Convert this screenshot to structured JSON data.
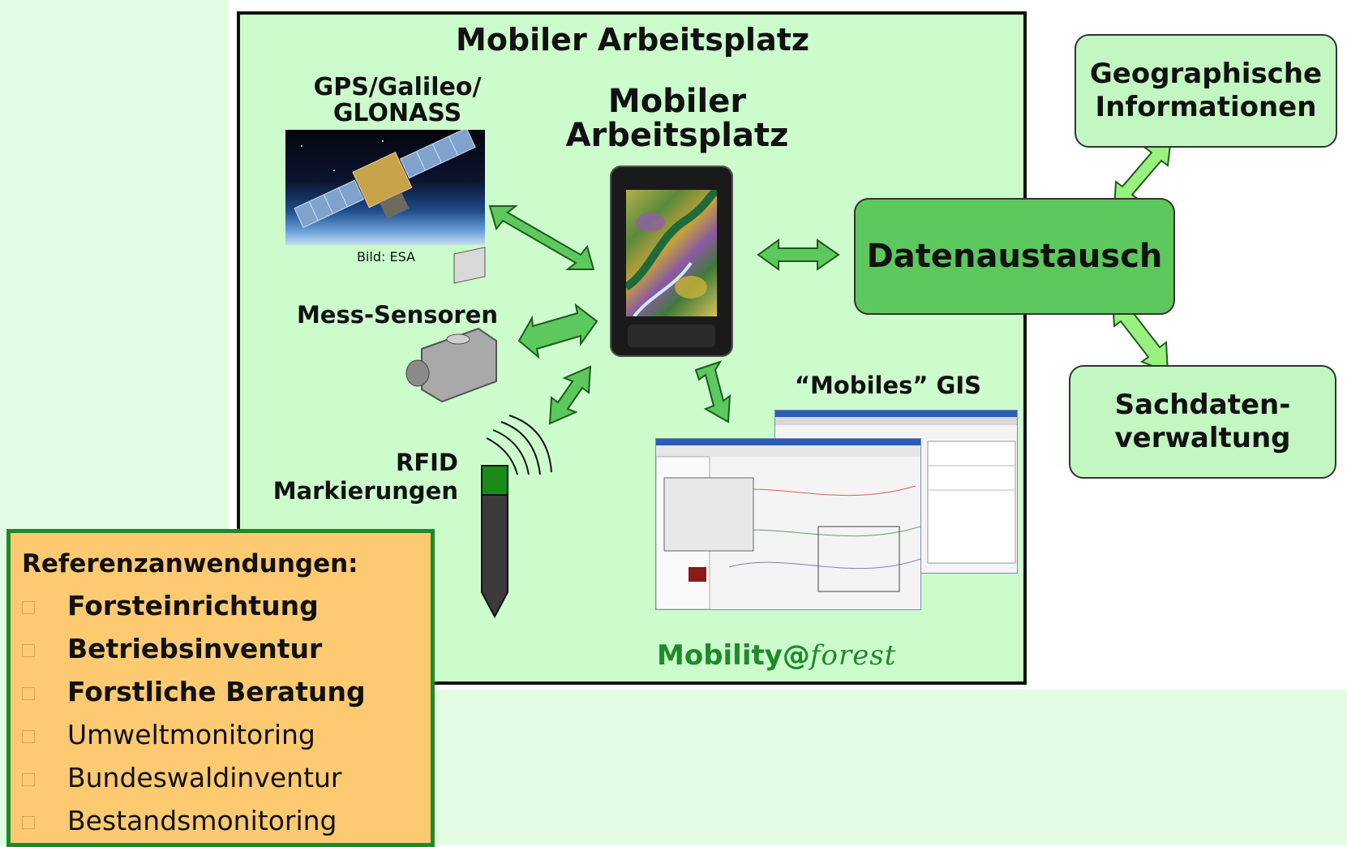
{
  "panel": {
    "title": "Mobiler Arbeitsplatz",
    "gps_label": [
      "GPS/Galileo/",
      "GLONASS"
    ],
    "image_credit": "Bild: ESA",
    "device_label": [
      "Mobiler",
      "Arbeitsplatz"
    ],
    "sensor_label": "Mess-Sensoren",
    "gis_label": "“Mobiles” GIS",
    "rfid_label": [
      "RFID",
      "Markierungen"
    ],
    "brand": {
      "main": "Mobility@",
      "suffix": "forest",
      "color": "#1e8a28"
    }
  },
  "side": {
    "geo": [
      "Geographische",
      "Informationen"
    ],
    "daten": "Datenaustausch",
    "sach": [
      "Sachdaten-",
      "verwaltung"
    ]
  },
  "reference": {
    "title": "Referenzanwendungen:",
    "items": [
      {
        "label": "Forsteinrichtung",
        "bold": true
      },
      {
        "label": "Betriebsinventur",
        "bold": true
      },
      {
        "label": "Forstliche Beratung",
        "bold": true
      },
      {
        "label": "Umweltmonitoring",
        "bold": false
      },
      {
        "label": "Bundeswaldinventur",
        "bold": false
      },
      {
        "label": "Bestandsmonitoring",
        "bold": false
      }
    ]
  },
  "colors": {
    "panel_bg": "#ccfccc",
    "arrow_fill": "#5dc85d",
    "arrow_light": "#99f280",
    "datenaustausch_bg": "#5dc85d",
    "side_box_bg": "#c2f7c2",
    "reference_bg": "#fdca72",
    "reference_border": "#1e8a28"
  },
  "icons": [
    "satellite-photo",
    "pda-device",
    "sensor-device-icon",
    "rfid-pen-icon",
    "rfid-signal-icon",
    "gis-screenshot"
  ]
}
